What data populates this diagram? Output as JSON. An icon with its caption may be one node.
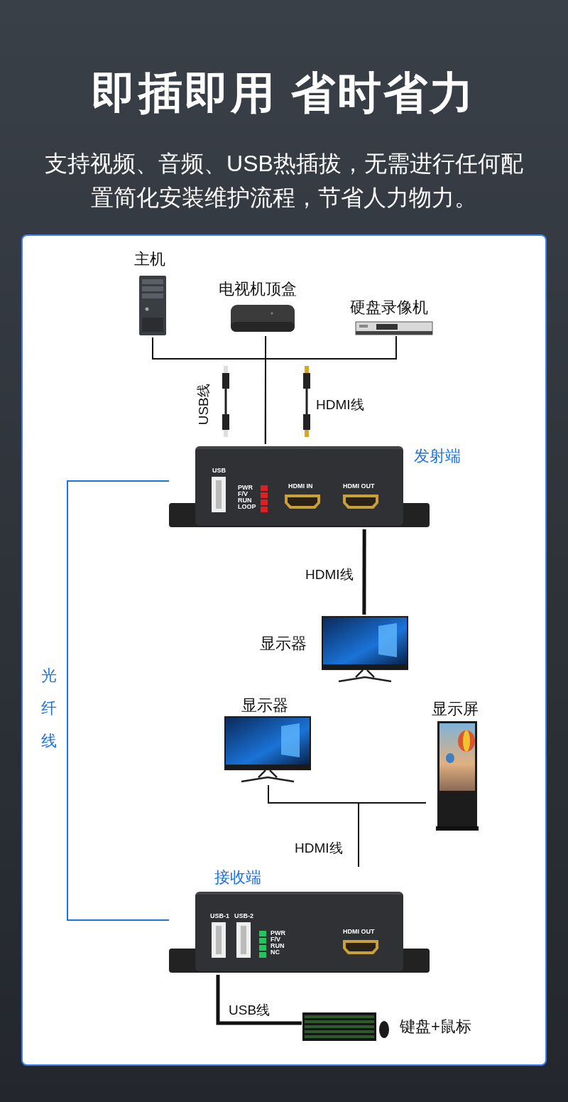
{
  "diagram": {
    "title": "即插即用 省时省力",
    "nodes": [
      {
        "text": [
          "主机"
        ]
      },
      {
        "text": [
          "电视机顶盒"
        ]
      },
      {
        "text": [
          "硬盘录像机"
        ]
      },
      {
        "text": [
          "发射端"
        ]
      },
      {
        "text": [
          "显示器"
        ]
      },
      {
        "text": [
          "显示器"
        ]
      },
      {
        "text": [
          "显示屏"
        ]
      },
      {
        "text": [
          "接收端"
        ]
      },
      {
        "text": [
          "键盘+鼠标"
        ]
      }
    ],
    "edges": [
      {
        "from": 0,
        "to": 3,
        "arrow": "none"
      },
      {
        "from": 1,
        "to": 3,
        "arrow": "none"
      },
      {
        "from": 2,
        "to": 3,
        "arrow": "none"
      },
      {
        "from": 3,
        "to": 4,
        "arrow": "none",
        "label": "HDMI线",
        "style": "thick"
      },
      {
        "from": 5,
        "to": 7,
        "arrow": "none",
        "label": "HDMI线"
      },
      {
        "from": 6,
        "to": 7,
        "arrow": "none"
      },
      {
        "from": 3,
        "to": 7,
        "arrow": "none",
        "label": "光纤线",
        "color": "#1a73e8"
      },
      {
        "from": 7,
        "to": 8,
        "arrow": "none",
        "label": "USB线",
        "style": "thick"
      }
    ],
    "labels": [
      "支持视频、音频、USB热插拔，无需进行任何配置简化安装维护流程，节省人力物力。",
      "USB线",
      "HDMI线",
      "USB",
      "PWR",
      "F/V",
      "RUN",
      "LOOP",
      "HDMI IN",
      "HDMI OUT",
      "USB-1",
      "USB-2",
      "PWR",
      "F/V",
      "RUN",
      "NC",
      "HDMI OUT"
    ]
  }
}
